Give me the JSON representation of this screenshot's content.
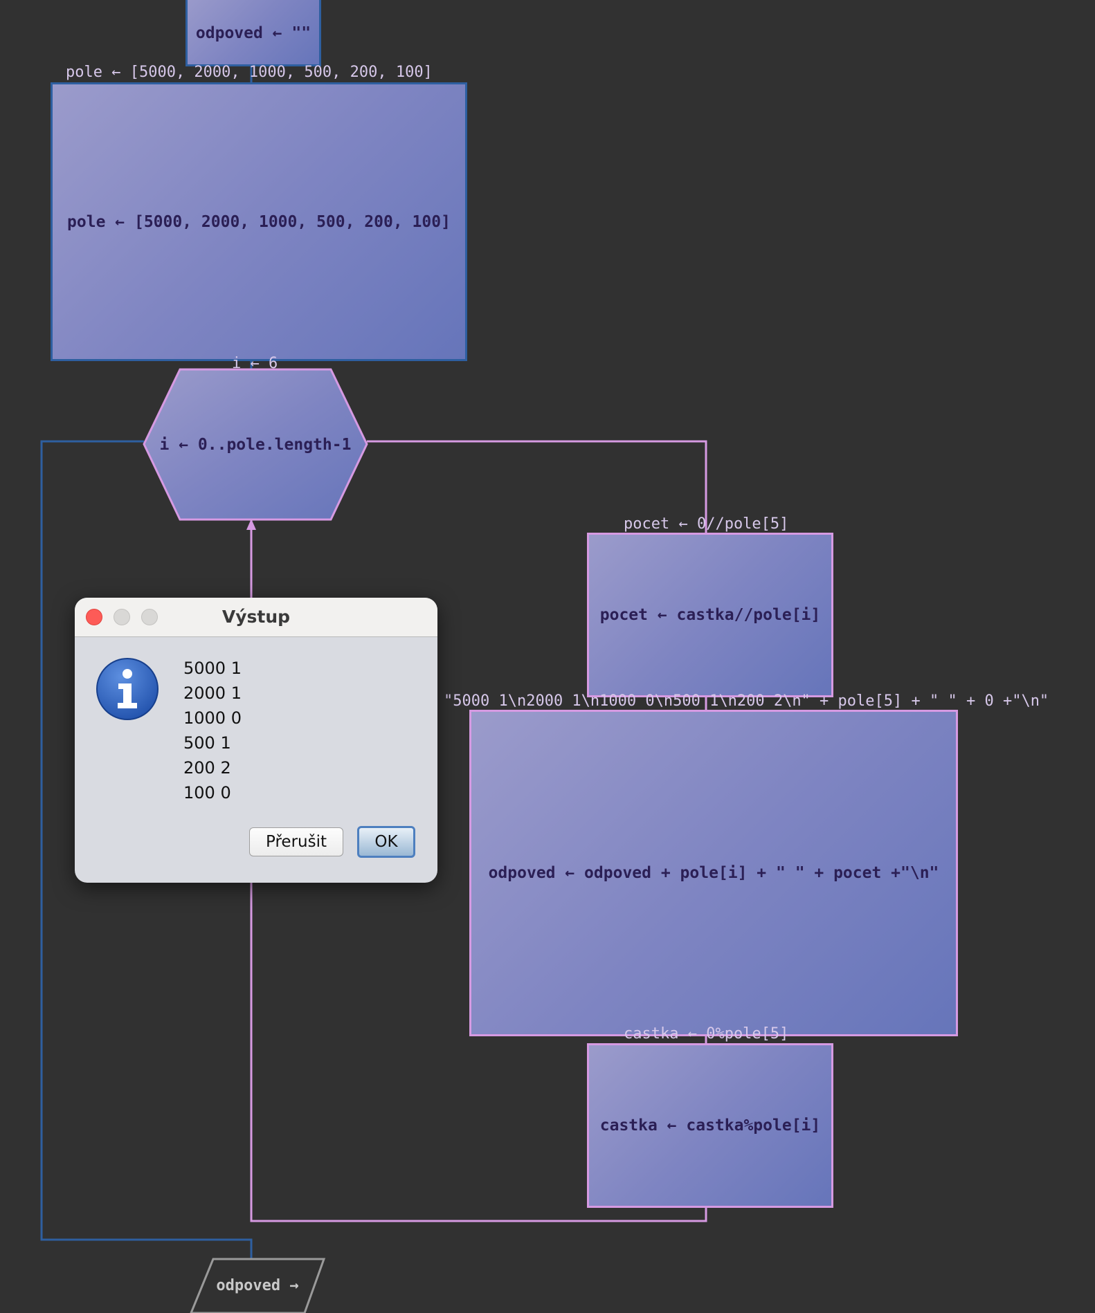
{
  "flowchart": {
    "nodes": {
      "init_odpoved": {
        "text": "odpoved ← \"\""
      },
      "init_pole": {
        "caption": "pole ← [5000, 2000, 1000, 500, 200, 100]",
        "text": "pole ← [5000, 2000, 1000, 500, 200, 100]"
      },
      "loop": {
        "caption": "i ← 6",
        "text": "i ← 0..pole.length-1"
      },
      "pocet": {
        "caption": "pocet ← 0//pole[5]",
        "text": "pocet ← castka//pole[i]"
      },
      "odpoved_update": {
        "caption": "\"5000 1\\n2000 1\\n1000 0\\n500 1\\n200 2\\n\" + pole[5] + \" \" + 0 +\"\\n\"",
        "text": "odpoved ← odpoved + pole[i] + \" \" + pocet +\"\\n\""
      },
      "castka": {
        "caption": "castka ← 0%pole[5]",
        "text": "castka ← castka%pole[i]"
      },
      "output": {
        "text": "odpoved →"
      }
    },
    "colors": {
      "background": "#313131",
      "blue_border": "#2e5fa0",
      "pink_border": "#d69ae2"
    }
  },
  "dialog": {
    "title": "Výstup",
    "icon": "info-icon",
    "lines": [
      "5000 1",
      "2000 1",
      "1000 0",
      "500 1",
      "200 2",
      "100 0"
    ],
    "buttons": {
      "cancel": "Přerušit",
      "ok": "OK"
    }
  }
}
